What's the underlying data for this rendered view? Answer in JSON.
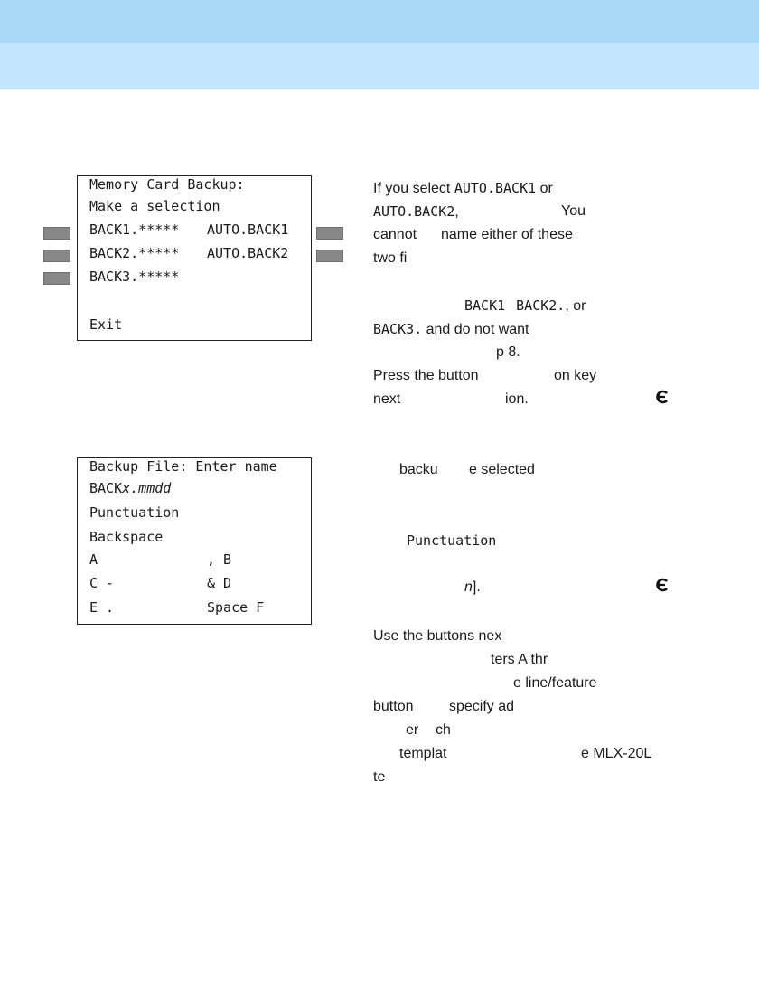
{
  "screen1": {
    "lines": [
      "Memory Card Backup:",
      "Make a selection",
      "BACK1.*****",
      "AUTO.BACK1",
      "BACK2.*****",
      "AUTO.BACK2",
      "BACK3.*****",
      "Exit"
    ]
  },
  "screen2": {
    "line1": "Backup File: Enter name",
    "line2_prefix": "BACK",
    "line2_var": "x.mmdd",
    "line3": "Punctuation",
    "line4": "Backspace",
    "r5_left": "A",
    "r5_right": ", B",
    "r6_left": "C -",
    "r6_right": "& D",
    "r7_left": "E .",
    "r7_right": "Space F"
  },
  "para1": {
    "a": "If you select ",
    "a_mono": "AUTO.BACK1",
    "a_end": " or",
    "b_mono": "AUTO.BACK2",
    "b_end": ",",
    "b_right": "You",
    "c": "cannot",
    "c2": "name either of these",
    "d": "two fi"
  },
  "para2": {
    "a_mono1": "BACK1",
    "a_mono2": "BACK2.",
    "a_end": ", or",
    "b_mono": "BACK3.",
    "b_end": " and do not want",
    "c": "p 8.",
    "d1": "Press the button",
    "d2": "on key",
    "e1": "next",
    "e2": "ion."
  },
  "para3": {
    "a1": "backu",
    "a2": "e selected",
    "b_mono": "Punctuation",
    "c_var": "n",
    "c_end": "]."
  },
  "para4": {
    "l1": "Use the buttons nex",
    "l2": "ters A thr",
    "l3": "e line/feature",
    "l4a": "button",
    "l4b": "specify ad",
    "l5a": "er",
    "l5b": "ch",
    "l6a": "templat",
    "l6b": "e MLX-20L",
    "l7": "te"
  }
}
